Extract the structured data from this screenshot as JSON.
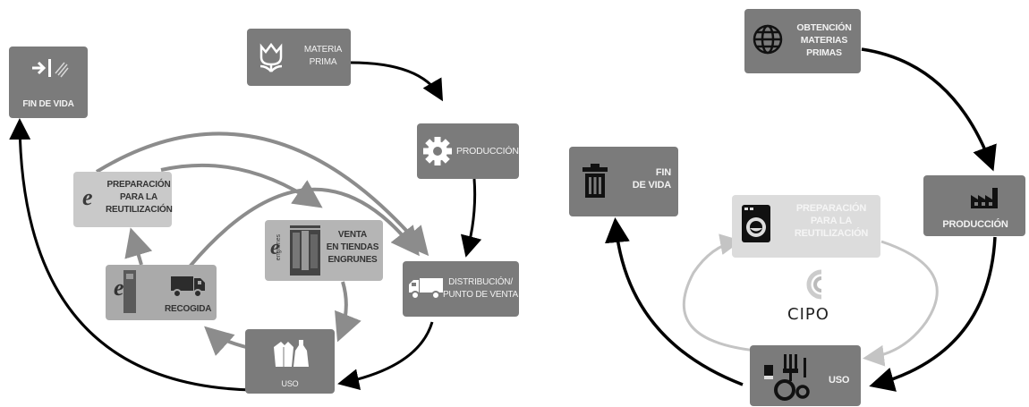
{
  "left_diagram": {
    "materia_prima": "MATERIA\nPRIMA",
    "produccion": "PRODUCCIÓN",
    "distribucion": "DISTRIBUCIÓN/\nPUNTO DE VENTA",
    "uso": "USO",
    "recogida": "RECOGIDA",
    "preparacion": "PREPARACIÓN\nPARA LA\nREUTILIZACIÓN",
    "venta": "VENTA\nEN TIENDAS\nENGRUNES",
    "fin_de_vida": "FIN DE VIDA",
    "logo_word": "engrunes"
  },
  "right_diagram": {
    "obtencion": "OBTENCIÓN\nMATERIAS\nPRIMAS",
    "produccion": "PRODUCCIÓN",
    "uso": "USO",
    "fin_de_vida": "FIN\nDE VIDA",
    "preparacion": "PREPARACIÓN\nPARA LA\nREUTILIZACIÓN",
    "cipo": "CIPO"
  },
  "colors": {
    "box_dark": "#7b7b7b",
    "box_light": "#aaaaaa",
    "box_pale": "#dcdcdc",
    "arrow_dark": "#000000",
    "arrow_gray": "#8c8c8c",
    "arrow_light": "#c4c4c4"
  }
}
